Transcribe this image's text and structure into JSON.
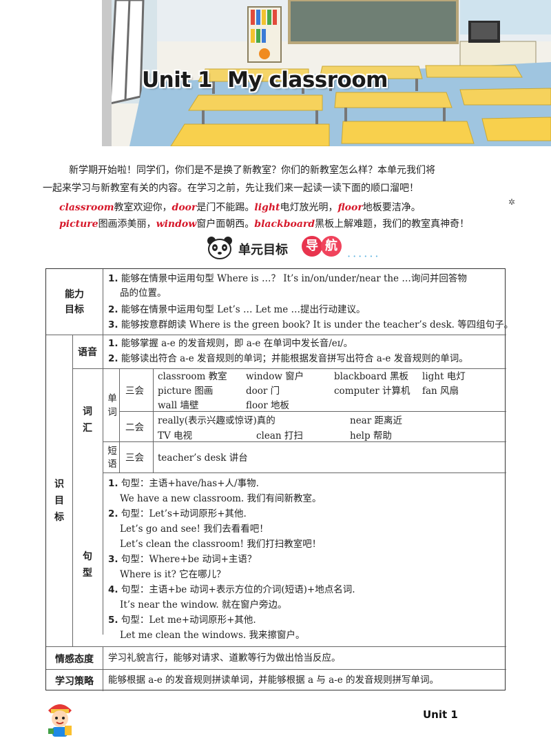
{
  "banner": {
    "title_unit": "Unit 1",
    "title_name": "My classroom"
  },
  "intro": {
    "line1": "新学期开始啦！同学们，你们是不是换了新教室？你们的新教室怎么样？本单元我们将",
    "line2": "一起来学习与新教室有关的内容。在学习之前，先让我们来一起读一读下面的顺口溜吧！",
    "rhyme1": [
      {
        "en": "classroom",
        "cn": "教室欢迎你，"
      },
      {
        "en": "door",
        "cn": "是门不能踢。"
      },
      {
        "en": "light",
        "cn": "电灯放光明，"
      },
      {
        "en": "floor",
        "cn": "地板要洁净。"
      }
    ],
    "rhyme2": [
      {
        "en": "picture",
        "cn": "图画添美丽，"
      },
      {
        "en": "window",
        "cn": "窗户面朝西。"
      },
      {
        "en": "blackboard",
        "cn": "黑板上解难题，我们的教室真神奇！"
      }
    ]
  },
  "section": {
    "title": "单元目标",
    "badge1": "导",
    "badge2": "航",
    "dots": "······"
  },
  "table": {
    "ability_label1": "能力",
    "ability_label2": "目标",
    "ability": [
      {
        "n": "1.",
        "t": "能够在情景中运用句型 Where is …？ It’s in/on/under/near the …询问并回答物"
      },
      {
        "n": "",
        "t": "品的位置。"
      },
      {
        "n": "2.",
        "t": "能够在情景中运用句型 Let’s … Let me …提出行动建议。"
      },
      {
        "n": "3.",
        "t": "能够按意群朗读 Where is the green book? It is under the teacher’s desk. 等四组句子。"
      }
    ],
    "knowledge_label": [
      "识",
      "目",
      "标"
    ],
    "phonics_label": "语音",
    "phonics": [
      {
        "n": "1.",
        "t": "能够掌握 a-e 的发音规则，即 a-e 在单词中发长音/eɪ/。"
      },
      {
        "n": "2.",
        "t": "能够读出符合 a-e 发音规则的单词；并能根据发音拼写出符合 a-e 发音规则的单词。"
      }
    ],
    "vocab_label": [
      "词",
      "汇"
    ],
    "word_label": [
      "单",
      "词"
    ],
    "phrase_label": [
      "短",
      "语"
    ],
    "sanhui": "三会",
    "erhui": "二会",
    "words_sanhui": [
      "classroom 教室",
      "window 窗户",
      "blackboard 黑板",
      "light 电灯",
      "picture 图画",
      "door 门",
      "computer 计算机",
      "fan 风扇",
      "wall 墙壁",
      "floor 地板"
    ],
    "words_erhui": [
      "really(表示兴趣或惊讶)真的",
      "near 距离近",
      "TV 电视",
      "clean 打扫",
      "help 帮助"
    ],
    "phrase_sanhui": "teacher’s desk 讲台",
    "sentence_label": [
      "句",
      "型"
    ],
    "sentences": [
      {
        "n": "1.",
        "t": "句型：主语+have/has+人/事物."
      },
      {
        "n": "",
        "t": "We have a new classroom. 我们有间新教室。"
      },
      {
        "n": "2.",
        "t": "句型：Let’s+动词原形+其他."
      },
      {
        "n": "",
        "t": "Let’s go and see! 我们去看看吧！"
      },
      {
        "n": "",
        "t": "Let’s clean the classroom! 我们打扫教室吧！"
      },
      {
        "n": "3.",
        "t": "句型：Where+be 动词+主语？"
      },
      {
        "n": "",
        "t": "Where is it? 它在哪儿？"
      },
      {
        "n": "4.",
        "t": "句型：主语+be 动词+表示方位的介词(短语)+地点名词."
      },
      {
        "n": "",
        "t": "It’s near the window. 就在窗户旁边。"
      },
      {
        "n": "5.",
        "t": "句型：Let me+动词原形+其他."
      },
      {
        "n": "",
        "t": "Let me clean the windows. 我来擦窗户。"
      }
    ],
    "emotion_label": "情感态度",
    "emotion": "学习礼貌言行，能够对请求、道歉等行为做出恰当反应。",
    "strategy_label": "学习策略",
    "strategy": "能够根据 a-e 的发音规则拼读单词，并能够根据 a 与 a-e 的发音规则拼写单词。"
  },
  "footer": {
    "unit": "Unit 1"
  }
}
